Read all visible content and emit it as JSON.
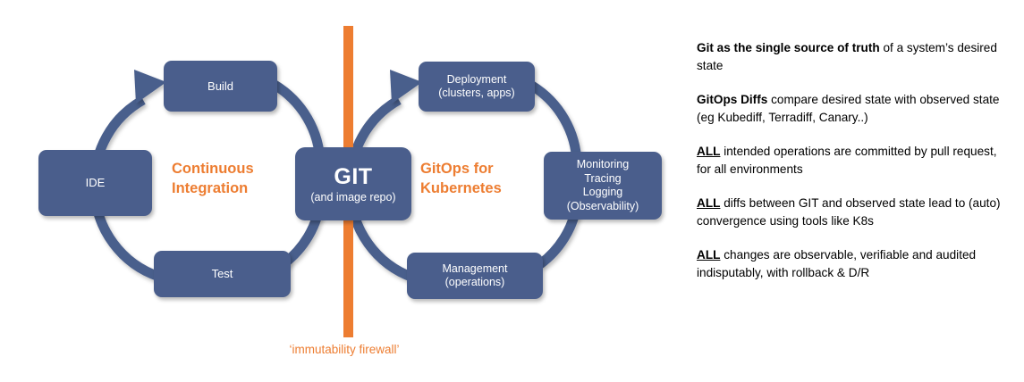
{
  "colors": {
    "node_blue": "#4A5E8C",
    "accent_orange": "#ED7D31",
    "background": "#FFFFFF",
    "text_light": "#FFFFFF",
    "text_dark": "#000000"
  },
  "diagram": {
    "firewall": {
      "caption": "‘immutability firewall’"
    },
    "section_labels": {
      "left_line1": "Continuous",
      "left_line2": "Integration",
      "right_line1": "GitOps for",
      "right_line2": "Kubernetes"
    },
    "nodes": {
      "ide": {
        "label": "IDE"
      },
      "build": {
        "label": "Build"
      },
      "test": {
        "label": "Test"
      },
      "git": {
        "title": "GIT",
        "subtitle": "(and image repo)"
      },
      "deployment": {
        "line1": "Deployment",
        "line2": "(clusters, apps)"
      },
      "management": {
        "line1": "Management",
        "line2": "(operations)"
      },
      "monitoring": {
        "line1": "Monitoring",
        "line2": "Tracing",
        "line3": "Logging",
        "line4": "(Observability)"
      }
    }
  },
  "panel": {
    "paragraphs": [
      {
        "bold": "Git as the single source of truth",
        "bold_underlined": false,
        "rest": " of a system’s desired state"
      },
      {
        "bold": "GitOps Diffs",
        "bold_underlined": false,
        "rest": " compare desired state with observed state (eg Kubediff, Terradiff, Canary..)"
      },
      {
        "bold": "ALL",
        "bold_underlined": true,
        "rest": " intended operations are committed by pull request, for all environments"
      },
      {
        "bold": "ALL",
        "bold_underlined": true,
        "rest": " diffs between GIT and observed state lead to (auto) convergence using tools like K8s"
      },
      {
        "bold": "ALL",
        "bold_underlined": true,
        "rest": " changes are observable, verifiable and audited indisputably, with rollback & D/R"
      }
    ]
  }
}
